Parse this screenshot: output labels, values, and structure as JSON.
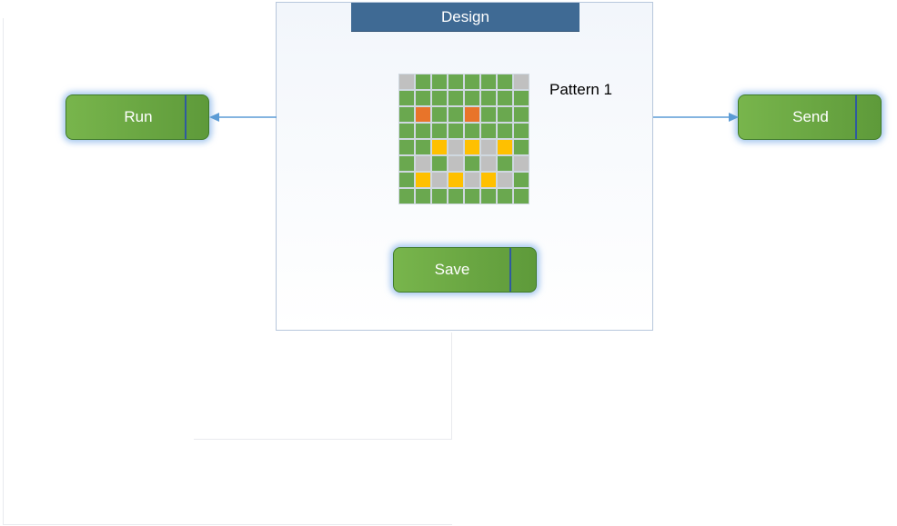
{
  "panel": {
    "title": "Design"
  },
  "pattern": {
    "label": "Pattern 1",
    "colors": {
      "G": "#6aa84f",
      "S": "#c0c0c0",
      "O": "#e8742a",
      "Y": "#ffc000"
    },
    "rows": [
      "SGGGGGGS",
      "GGGGGGGG",
      "GOGGOGGG",
      "GGGGGGGG",
      "GGYSYSYG",
      "GSGSGSGS",
      "GYSYSYSG",
      "GGGGGGGG"
    ]
  },
  "buttons": {
    "run": "Run",
    "send": "Send",
    "save": "Save"
  },
  "colors": {
    "button_green": "#6aa84f",
    "header_blue": "#3f6a94",
    "arrow_blue": "#5b9bd5"
  }
}
